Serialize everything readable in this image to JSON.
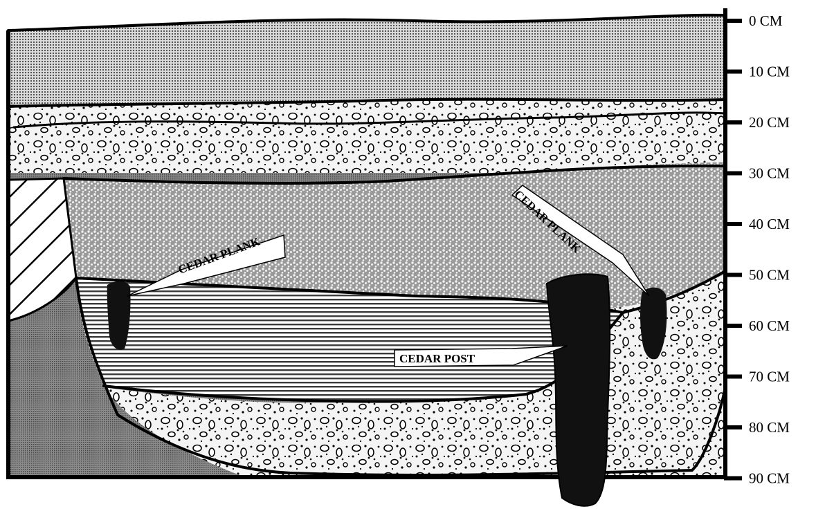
{
  "scale": {
    "unit": "CM",
    "ticks": [
      {
        "depth": 0,
        "label": "0 CM"
      },
      {
        "depth": 10,
        "label": "10 CM"
      },
      {
        "depth": 20,
        "label": "20 CM"
      },
      {
        "depth": 30,
        "label": "30 CM"
      },
      {
        "depth": 40,
        "label": "40 CM"
      },
      {
        "depth": 50,
        "label": "50 CM"
      },
      {
        "depth": 60,
        "label": "60 CM"
      },
      {
        "depth": 70,
        "label": "70 CM"
      },
      {
        "depth": 80,
        "label": "80 CM"
      },
      {
        "depth": 90,
        "label": "90 CM"
      }
    ]
  },
  "features": {
    "plank_left": {
      "label": "CEDAR PLANK"
    },
    "plank_right": {
      "label": "CEDAR PLANK"
    },
    "post": {
      "label": "CEDAR POST"
    }
  }
}
